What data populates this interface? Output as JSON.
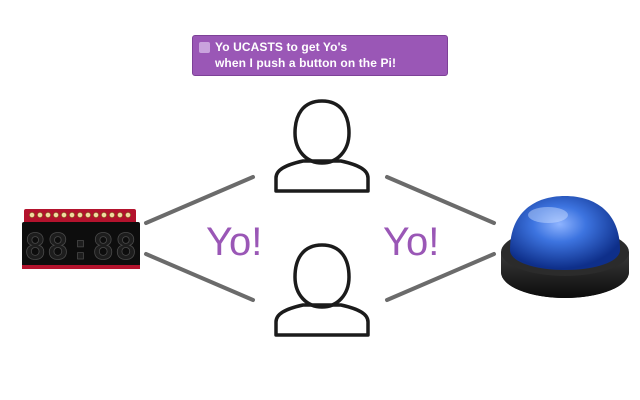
{
  "callout": {
    "line1": "Yo UCASTS to get Yo's",
    "line2": "when I push a button on the Pi!"
  },
  "labels": {
    "left_yo": "Yo!",
    "right_yo": "Yo!"
  },
  "display": {
    "digits": "88:88"
  },
  "icons": {
    "top_user": "user-icon",
    "bottom_user": "user-icon",
    "display": "seven-segment-display-icon",
    "button": "big-blue-button-icon"
  },
  "colors": {
    "accent": "#9a57b6",
    "line": "#6b6b6b",
    "pcb": "#b3132d",
    "button_blue": "#2f66d6"
  }
}
